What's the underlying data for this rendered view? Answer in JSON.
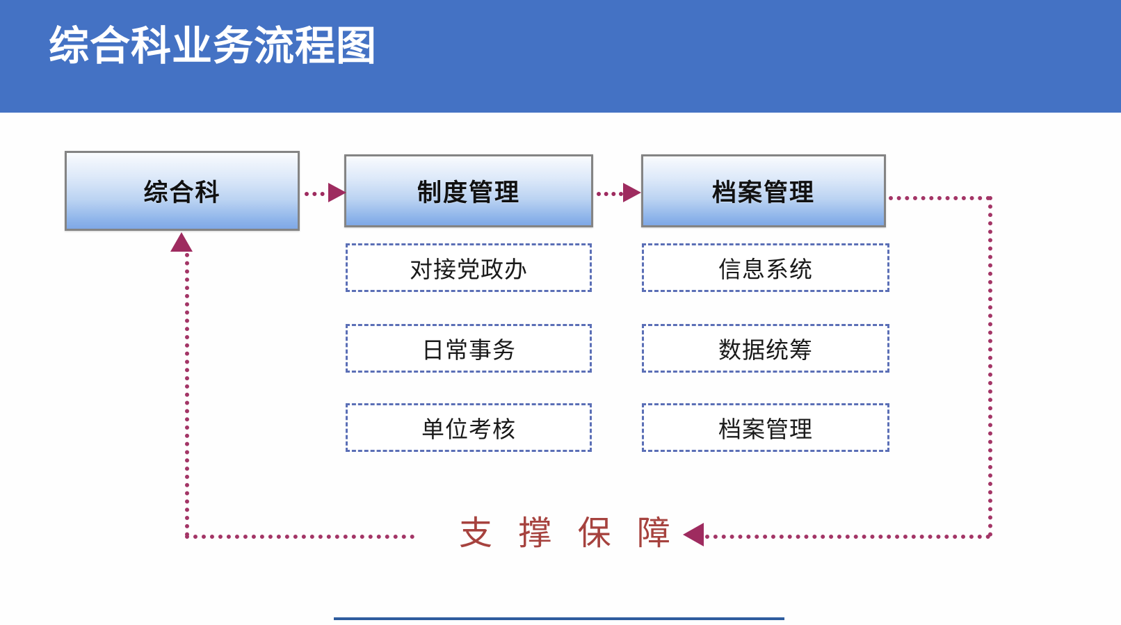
{
  "header": {
    "title": "综合科业务流程图",
    "background_color": "#4472C4",
    "text_color": "#FFFFFF"
  },
  "theme": {
    "accent_blue": "#4472C4",
    "connector_rose": "#9E2B5F",
    "dashed_border_blue": "#5B6FB6",
    "support_text_color": "#A6423E",
    "box_border_gray": "#848484",
    "bottom_rule_color": "#2E5C9E"
  },
  "flow": {
    "process_boxes": [
      {
        "id": "zonghe",
        "label": "综合科"
      },
      {
        "id": "zhidu",
        "label": "制度管理"
      },
      {
        "id": "dangan",
        "label": "档案管理"
      }
    ],
    "columns": [
      {
        "parent": "制度管理",
        "items": [
          {
            "label": "对接党政办"
          },
          {
            "label": "日常事务"
          },
          {
            "label": "单位考核"
          }
        ]
      },
      {
        "parent": "档案管理",
        "items": [
          {
            "label": "信息系统"
          },
          {
            "label": "数据统筹"
          },
          {
            "label": "档案管理"
          }
        ]
      }
    ],
    "feedback_label": "支 撑 保 障",
    "connectors": [
      {
        "from": "综合科",
        "to": "制度管理",
        "style": "dotted",
        "arrow": "right"
      },
      {
        "from": "制度管理",
        "to": "档案管理",
        "style": "dotted",
        "arrow": "right"
      },
      {
        "from": "档案管理",
        "to": "支 撑 保 障",
        "style": "dotted",
        "arrow": "left"
      },
      {
        "from": "支 撑 保 障",
        "to": "综合科",
        "style": "dotted",
        "arrow": "up"
      }
    ]
  }
}
